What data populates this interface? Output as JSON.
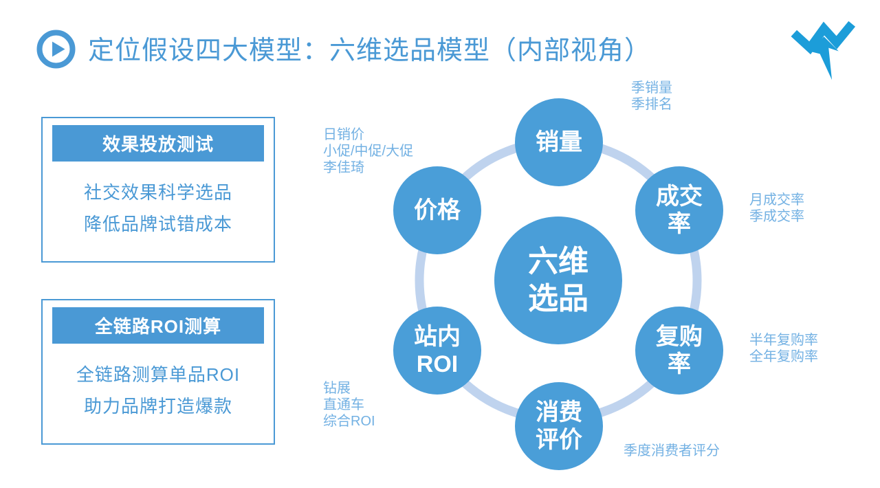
{
  "title": {
    "text": "定位假设四大模型：六维选品模型（内部视角）"
  },
  "colors": {
    "primary_blue": "#4A99D5",
    "circle_blue": "#4A9ED8",
    "ring_blue": "#BFD3EE",
    "annotation_blue": "#73B1E3",
    "logo_blue": "#1C9DD9",
    "text_on_blue": "#FFFFFF"
  },
  "icons": {
    "title_icon": "play-icon",
    "corner_icon": "brand-lightning-w-logo"
  },
  "info_boxes": [
    {
      "header": "效果投放测试",
      "body": "社交效果科学选品\n降低品牌试错成本"
    },
    {
      "header": "全链路ROI测算",
      "body": "全链路测算单品ROI\n助力品牌打造爆款"
    }
  ],
  "diagram": {
    "center_label": "六维\n选品",
    "nodes": [
      {
        "label": "销量",
        "annotation": "季销量\n季排名"
      },
      {
        "label": "成交\n率",
        "annotation": "月成交率\n季成交率"
      },
      {
        "label": "复购\n率",
        "annotation": "半年复购率\n全年复购率"
      },
      {
        "label": "消费\n评价",
        "annotation": "季度消费者评分"
      },
      {
        "label": "站内\nROI",
        "annotation": "钻展\n直通车\n综合ROI"
      },
      {
        "label": "价格",
        "annotation": "日销价\n小促/中促/大促\n李佳琦"
      }
    ]
  }
}
